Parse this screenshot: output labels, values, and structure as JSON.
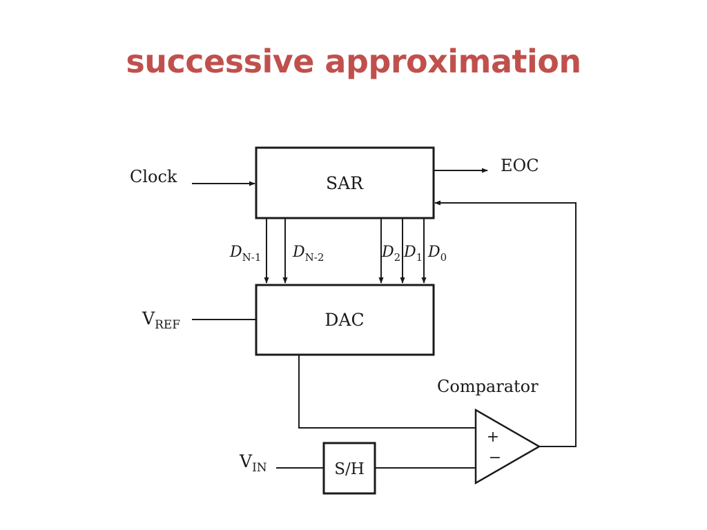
{
  "title": "successive approximation",
  "colors": {
    "title": "#c0504d",
    "line": "#1a1a1a"
  },
  "diagram": {
    "blocks": {
      "sar": "SAR",
      "dac": "DAC",
      "sample_hold": "S/H"
    },
    "signals": {
      "clock": "Clock",
      "eoc": "EOC",
      "comparator": "Comparator",
      "plus": "+",
      "minus": "−",
      "vref": {
        "base": "V",
        "sub": "REF"
      },
      "vin": {
        "base": "V",
        "sub": "IN"
      }
    },
    "bits": [
      {
        "base": "D",
        "sub": "N-1"
      },
      {
        "base": "D",
        "sub": "N-2"
      },
      {
        "base": "D",
        "sub": "2"
      },
      {
        "base": "D",
        "sub": "1"
      },
      {
        "base": "D",
        "sub": "0"
      }
    ]
  }
}
